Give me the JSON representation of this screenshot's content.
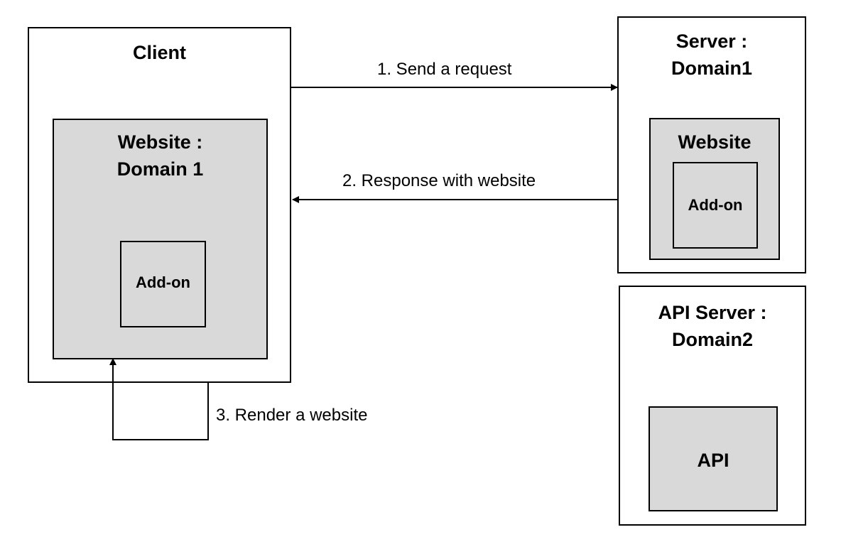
{
  "client": {
    "title": "Client",
    "website": {
      "title": "Website :\nDomain 1",
      "addon": "Add-on"
    }
  },
  "server": {
    "title": "Server :\nDomain1",
    "website": {
      "title": "Website",
      "addon": "Add-on"
    }
  },
  "api_server": {
    "title": "API Server :\nDomain2",
    "api": "API"
  },
  "edges": {
    "step1": "1. Send a request",
    "step2": "2. Response with website",
    "step3": "3. Render a website"
  }
}
